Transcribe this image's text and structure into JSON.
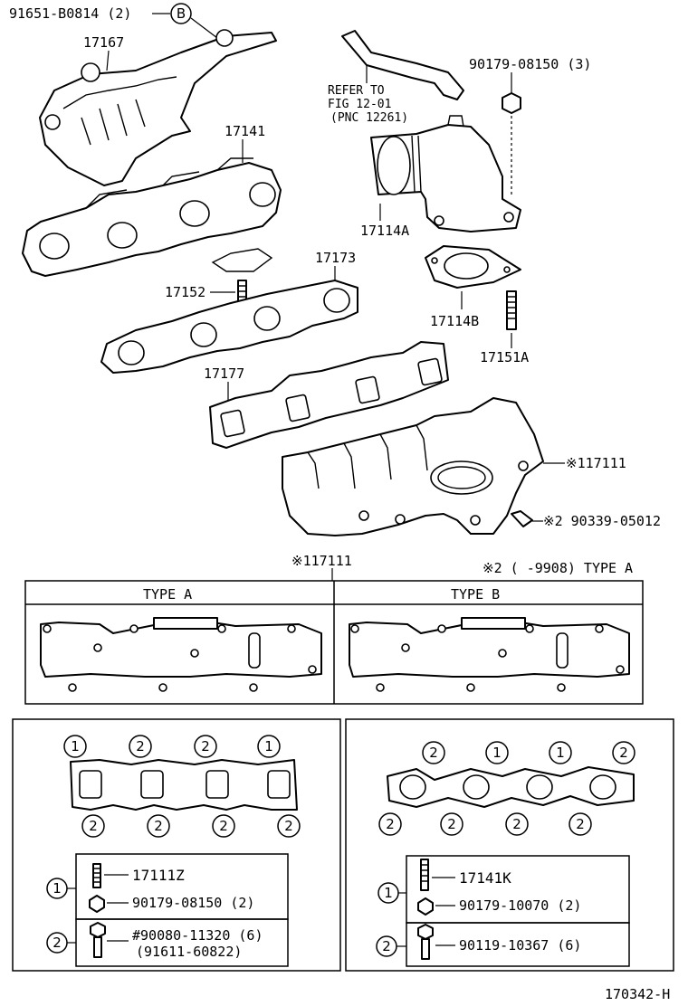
{
  "labels": {
    "top_bolt": "91651-B0814 (2)",
    "ref_b": "B",
    "heat_insulator": "17167",
    "exhaust_manifold": "17141",
    "refer_line1": "REFER TO",
    "refer_line2": "FIG 12-01",
    "refer_line3": "(PNC 12261)",
    "nut_top": "90179-08150 (3)",
    "elbow": "17114A",
    "elbow_gasket": "17114B",
    "stud_a": "17151A",
    "stud": "17152",
    "ex_gasket": "17173",
    "in_gasket": "17177",
    "intake_manifold": "※117111",
    "plug": "※2 90339-05012",
    "footer": "170342-H"
  },
  "type_section": {
    "header": "※117111",
    "note": "※2 (    -9908) TYPE A",
    "type_a": "TYPE A",
    "type_b": "TYPE B"
  },
  "legend_left": {
    "circle_top": [
      "1",
      "2",
      "2",
      "1"
    ],
    "circle_bottom": [
      "2",
      "2",
      "2",
      "2"
    ],
    "row1_num": "1",
    "row1_part1": "17111Z",
    "row1_part2": "90179-08150 (2)",
    "row2_num": "2",
    "row2_part1": "#90080-11320 (6)",
    "row2_part2": "(91611-60822)"
  },
  "legend_right": {
    "circle_top": [
      "2",
      "1",
      "1",
      "2"
    ],
    "circle_bottom": [
      "2",
      "2",
      "2",
      "2"
    ],
    "row1_num": "1",
    "row1_part1": "17141K",
    "row1_part2": "90179-10070 (2)",
    "row2_num": "2",
    "row2_part1": "90119-10367 (6)"
  }
}
